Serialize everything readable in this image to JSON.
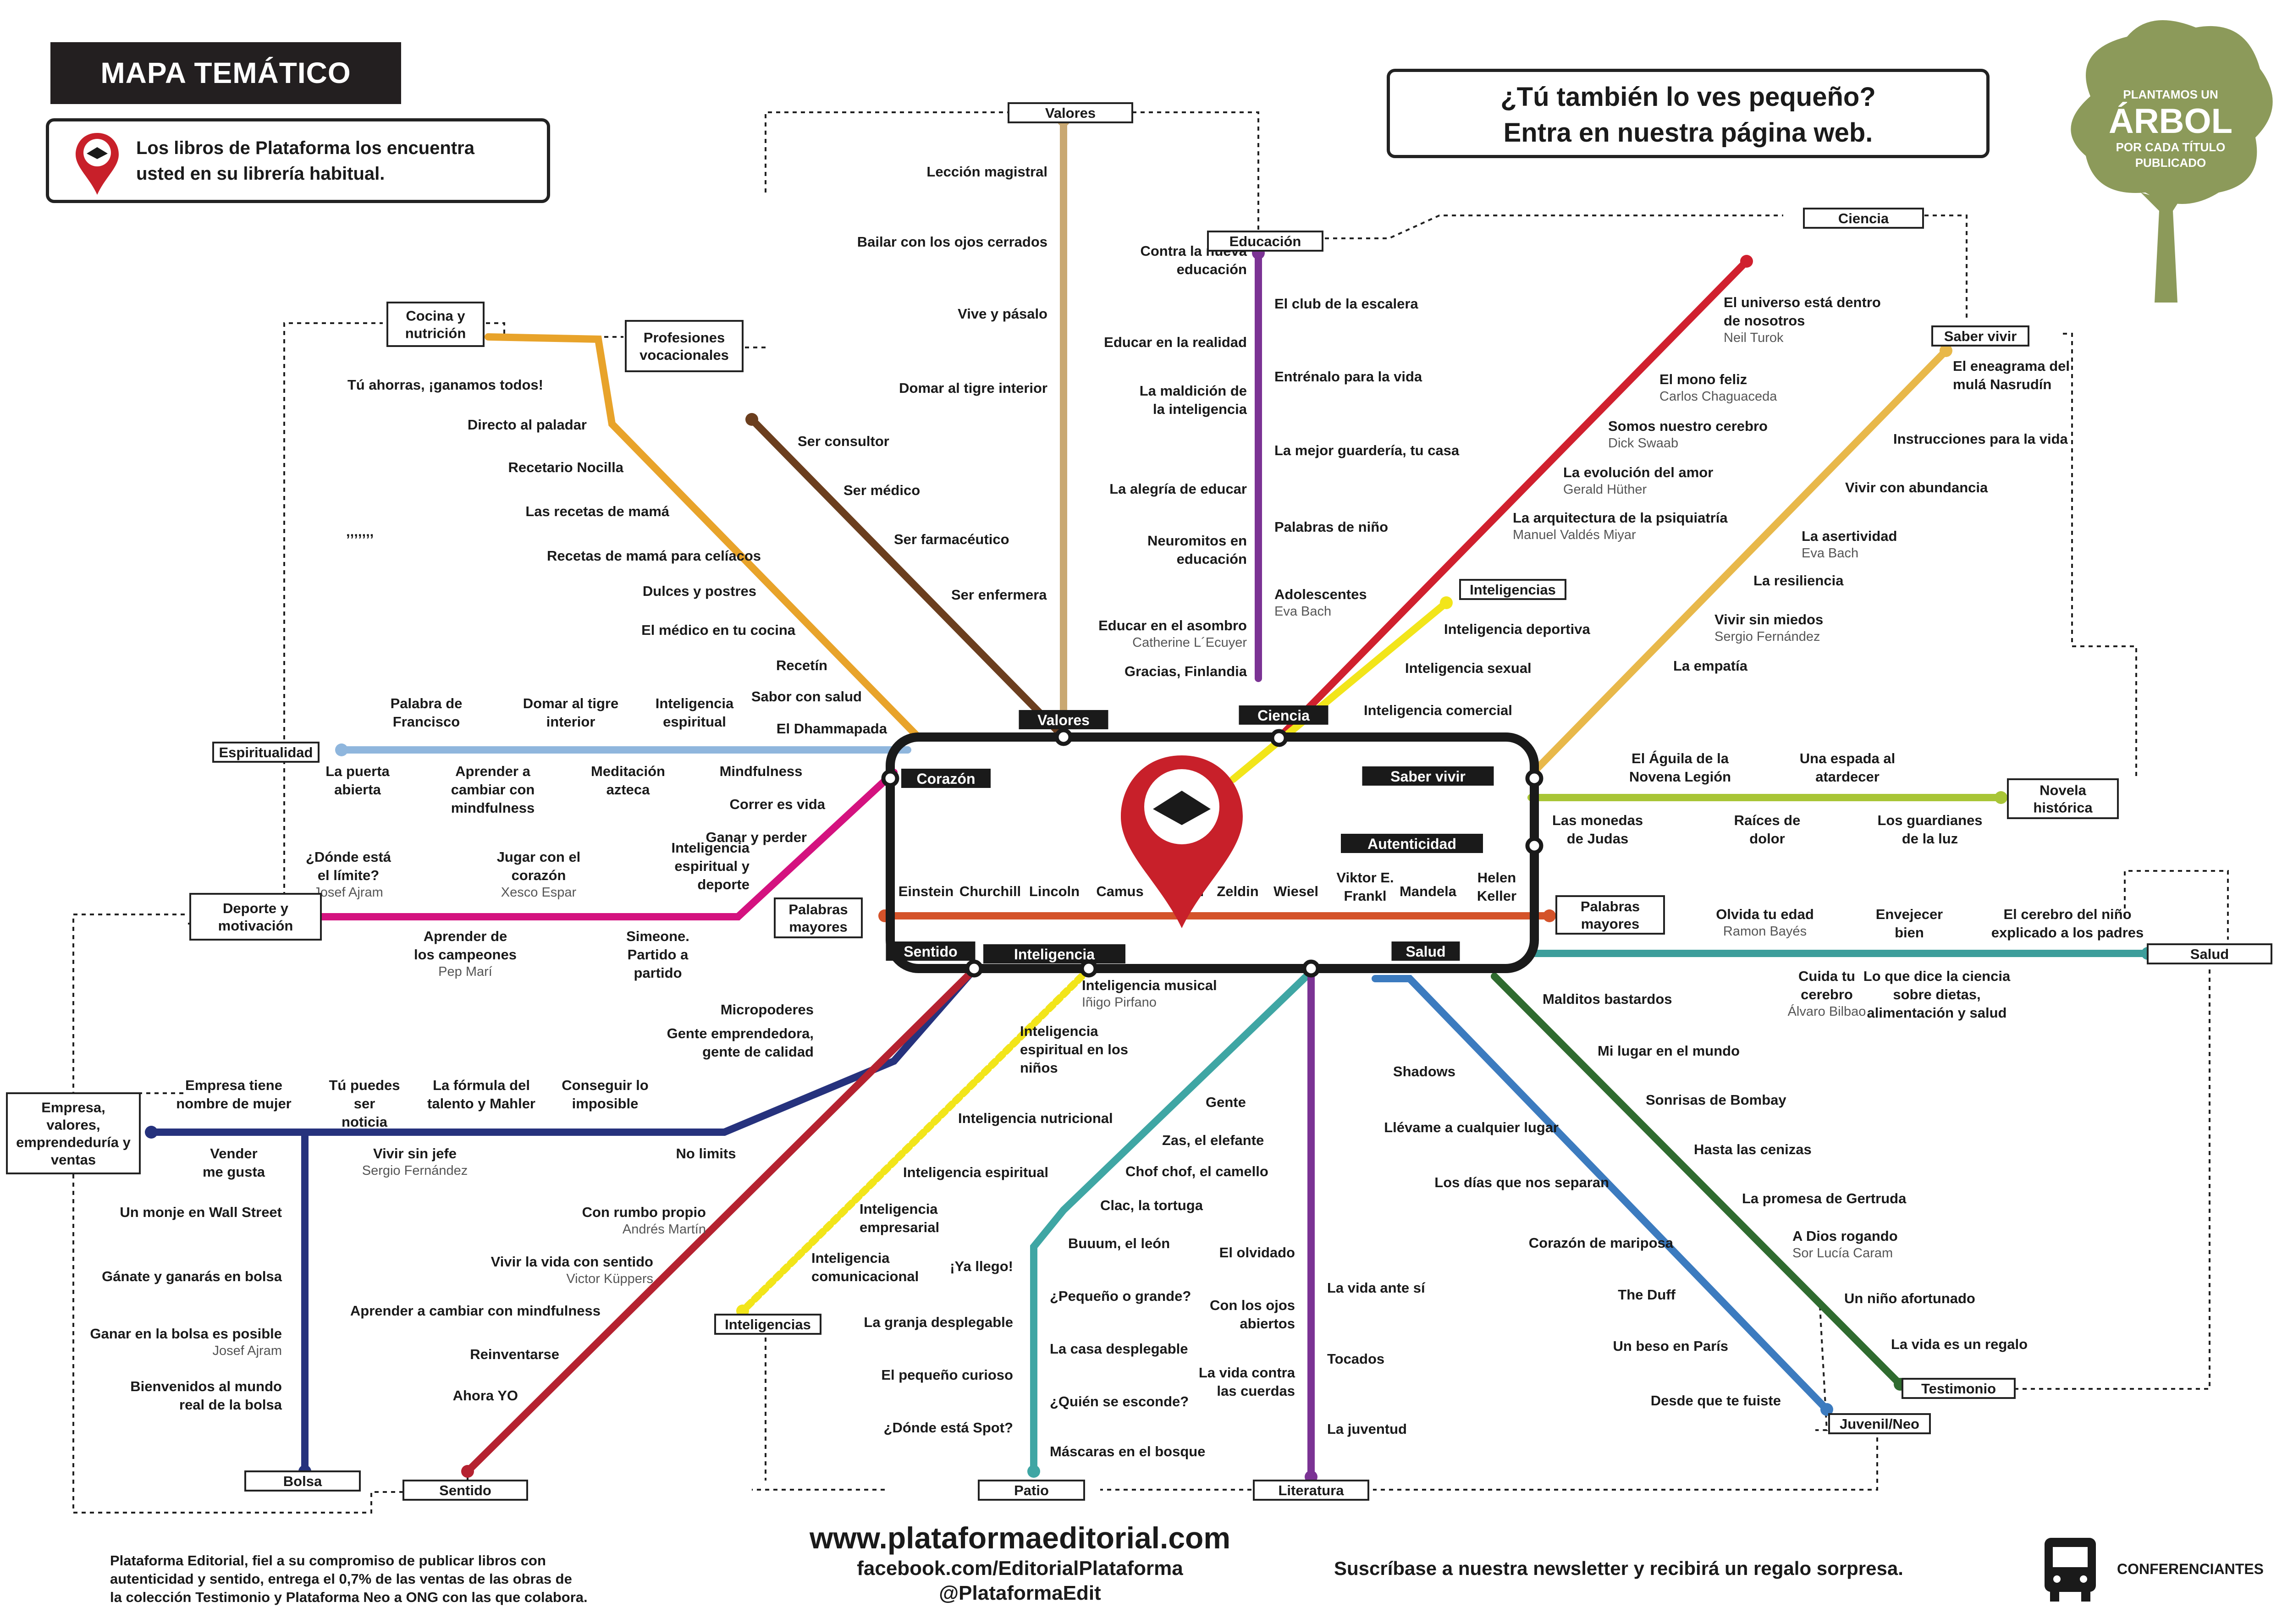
{
  "header": {
    "title": "MAPA TEMÁTICO",
    "info": [
      "Los libros de Plataforma los encuentra",
      "usted en su librería habitual."
    ],
    "web": [
      "¿Tú también lo ves pequeño?",
      "Entra en nuestra página web."
    ],
    "tree": [
      "PLANTAMOS UN",
      "ÁRBOL",
      "POR CADA TÍTULO",
      "PUBLICADO"
    ]
  },
  "footer": {
    "note": [
      "Plataforma Editorial, fiel a su compromiso de publicar libros con",
      "autenticidad y sentido, entrega el 0,7% de las ventas de las obras de",
      "la colección Testimonio y Plataforma Neo a ONG con las que colabora."
    ],
    "url": "www.plataformaeditorial.com",
    "facebook": "facebook.com/EditorialPlataforma",
    "twitter": "@PlataformaEdit",
    "newsletter": "Suscríbase a nuestra newsletter y recibirá un regalo sorpresa.",
    "speakers": "CONFERENCIANTES"
  },
  "colors": {
    "valores": "#c9a872",
    "educacion": "#7b3394",
    "ciencia": "#d0202e",
    "sabervivir": "#e8b84a",
    "inteligencias": "#f2e51a",
    "cocina": "#e8a32a",
    "profesiones": "#6b3e1e",
    "espiritualidad": "#8fb6dd",
    "deporte": "#d4127f",
    "novela": "#a8c536",
    "palabras": "#d4532a",
    "salud": "#3d9e9b",
    "testimonio": "#2f6b2f",
    "juvenil": "#3c7bbf",
    "empresa": "#26327d",
    "sentido": "#b52230",
    "patio": "#3fa6a4",
    "literatura": "#7b3394",
    "ring": "#1a1a1a",
    "tree": "#8c9a5a"
  },
  "ring_stations": [
    {
      "name": "Valores",
      "icon": "station-valores"
    },
    {
      "name": "Ciencia",
      "icon": "station-ciencia"
    },
    {
      "name": "Corazón",
      "icon": "station-corazon"
    },
    {
      "name": "Saber vivir",
      "icon": "station-sabervivir"
    },
    {
      "name": "Autenticidad",
      "icon": "station-autenticidad"
    },
    {
      "name": "Sentido",
      "icon": "station-sentido"
    },
    {
      "name": "Inteligencia",
      "icon": "station-inteligencia"
    },
    {
      "name": "Salud",
      "icon": "station-salud"
    }
  ],
  "terminals": [
    {
      "name": "Valores"
    },
    {
      "name": "Educación"
    },
    {
      "name": "Ciencia"
    },
    {
      "name": "Saber vivir"
    },
    {
      "name": "Inteligencias"
    },
    {
      "name": "Profesiones vocacionales"
    },
    {
      "name": "Cocina y nutrición"
    },
    {
      "name": "Espiritualidad"
    },
    {
      "name": "Deporte y motivación"
    },
    {
      "name": "Palabras mayores"
    },
    {
      "name": "Novela histórica"
    },
    {
      "name": "Palabras mayores"
    },
    {
      "name": "Salud"
    },
    {
      "name": "Testimonio"
    },
    {
      "name": "Juvenil/Neo"
    },
    {
      "name": "Empresa, valores, emprendeduría y ventas"
    },
    {
      "name": "Bolsa"
    },
    {
      "name": "Sentido"
    },
    {
      "name": "Inteligencias"
    },
    {
      "name": "Patio"
    },
    {
      "name": "Literatura"
    }
  ],
  "stops": [
    {
      "t": "Lección magistral"
    },
    {
      "t": "Bailar con los ojos cerrados"
    },
    {
      "t": "Vive y pásalo"
    },
    {
      "t": "Domar al tigre interior"
    },
    {
      "t": "Contra la nueva educación"
    },
    {
      "t": "El club de la escalera"
    },
    {
      "t": "Educar en la realidad"
    },
    {
      "t": "Entrénalo para la vida"
    },
    {
      "t": "La maldición de la inteligencia"
    },
    {
      "t": "La mejor guardería, tu casa"
    },
    {
      "t": "La alegría de educar"
    },
    {
      "t": "Palabras de niño"
    },
    {
      "t": "Neuromitos en educación"
    },
    {
      "t": "Adolescentes",
      "a": "Eva Bach"
    },
    {
      "t": "Educar en el asombro",
      "a": "Catherine L´Ecuyer"
    },
    {
      "t": "Gracias, Finlandia"
    },
    {
      "t": "El universo está dentro de nosotros",
      "a": "Neil Turok"
    },
    {
      "t": "El mono feliz",
      "a": "Carlos Chaguaceda"
    },
    {
      "t": "Somos nuestro cerebro",
      "a": "Dick Swaab"
    },
    {
      "t": "La evolución del amor",
      "a": "Gerald Hüther"
    },
    {
      "t": "La arquitectura de la psiquiatría",
      "a": "Manuel Valdés Miyar"
    },
    {
      "t": "El eneagrama del mulá Nasrudín"
    },
    {
      "t": "Instrucciones para la vida"
    },
    {
      "t": "Vivir con abundancia"
    },
    {
      "t": "La asertividad",
      "a": "Eva Bach"
    },
    {
      "t": "La resiliencia"
    },
    {
      "t": "Vivir sin miedos",
      "a": "Sergio Fernández"
    },
    {
      "t": "La empatía"
    },
    {
      "t": "Inteligencia deportiva"
    },
    {
      "t": "Inteligencia sexual"
    },
    {
      "t": "Inteligencia comercial"
    },
    {
      "t": "Ser consultor"
    },
    {
      "t": "Ser médico"
    },
    {
      "t": "Ser farmacéutico"
    },
    {
      "t": "Ser enfermera"
    },
    {
      "t": "Tú ahorras, ¡ganamos todos!"
    },
    {
      "t": "Directo al paladar"
    },
    {
      "t": "Recetario Nocilla"
    },
    {
      "t": "Las recetas de mamá"
    },
    {
      "t": "Recetas de mamá para celíacos"
    },
    {
      "t": "Dulces y postres"
    },
    {
      "t": "El médico en tu cocina"
    },
    {
      "t": "Recetín"
    },
    {
      "t": "Sabor con salud"
    },
    {
      "t": "El Dhammapada"
    },
    {
      "t": ",,,,,,,"
    },
    {
      "t": "Palabra de Francisco"
    },
    {
      "t": "Domar al tigre interior"
    },
    {
      "t": "Inteligencia espiritual"
    },
    {
      "t": "La puerta abierta"
    },
    {
      "t": "Aprender a cambiar con mindfulness"
    },
    {
      "t": "Meditación azteca"
    },
    {
      "t": "Mindfulness"
    },
    {
      "t": "Correr es vida"
    },
    {
      "t": "Ganar y perder"
    },
    {
      "t": "Inteligencia espiritual y deporte"
    },
    {
      "t": "¿Dónde está el límite?",
      "a": "Josef Ajram"
    },
    {
      "t": "Jugar con el corazón",
      "a": "Xesco Espar"
    },
    {
      "t": "Aprender de los campeones",
      "a": "Pep Marí"
    },
    {
      "t": "Simeone. Partido a partido"
    },
    {
      "t": "Einstein"
    },
    {
      "t": "Churchill"
    },
    {
      "t": "Lincoln"
    },
    {
      "t": "Camus"
    },
    {
      "t": "Böll"
    },
    {
      "t": "Zeldin"
    },
    {
      "t": "Wiesel"
    },
    {
      "t": "Viktor E. Frankl"
    },
    {
      "t": "Mandela"
    },
    {
      "t": "Helen Keller"
    },
    {
      "t": "El Águila de la Novena Legión"
    },
    {
      "t": "Una espada al atardecer"
    },
    {
      "t": "Las monedas de Judas"
    },
    {
      "t": "Raíces de dolor"
    },
    {
      "t": "Los guardianes de la luz"
    },
    {
      "t": "Olvida tu edad",
      "a": "Ramon Bayés"
    },
    {
      "t": "Envejecer bien"
    },
    {
      "t": "El cerebro del niño explicado a los padres"
    },
    {
      "t": "Cuida tu cerebro",
      "a": "Álvaro  Bilbao"
    },
    {
      "t": "Lo que dice la ciencia sobre dietas, alimentación y salud"
    },
    {
      "t": "Malditos bastardos"
    },
    {
      "t": "Mi lugar en el mundo"
    },
    {
      "t": "Sonrisas de Bombay"
    },
    {
      "t": "Hasta las cenizas"
    },
    {
      "t": "La promesa de Gertruda"
    },
    {
      "t": "A Dios rogando",
      "a": "Sor Lucía Caram"
    },
    {
      "t": "Un niño afortunado"
    },
    {
      "t": "La vida es un regalo"
    },
    {
      "t": "Shadows"
    },
    {
      "t": "Llévame a cualquier lugar"
    },
    {
      "t": "Los días que nos separan"
    },
    {
      "t": "Corazón de mariposa"
    },
    {
      "t": "The Duff"
    },
    {
      "t": "Un beso en París"
    },
    {
      "t": "Desde que te fuiste"
    },
    {
      "t": "Micropoderes"
    },
    {
      "t": "Gente emprendedora, gente de calidad"
    },
    {
      "t": "Empresa tiene nombre de mujer"
    },
    {
      "t": "Tú puedes ser noticia"
    },
    {
      "t": "La fórmula del talento y Mahler"
    },
    {
      "t": "Conseguir lo imposible"
    },
    {
      "t": "Vender me gusta"
    },
    {
      "t": "Vivir sin jefe",
      "a": "Sergio Fernández"
    },
    {
      "t": "No limits"
    },
    {
      "t": "Un monje en Wall Street"
    },
    {
      "t": "Gánate y ganarás en bolsa"
    },
    {
      "t": "Ganar en la bolsa es posible",
      "a": "Josef Ajram"
    },
    {
      "t": "Bienvenidos al mundo real de la bolsa"
    },
    {
      "t": "Con rumbo propio",
      "a": "Andrés Martín"
    },
    {
      "t": "Vivir la vida con sentido",
      "a": "Victor Küppers"
    },
    {
      "t": "Aprender a cambiar con mindfulness"
    },
    {
      "t": "Reinventarse"
    },
    {
      "t": "Ahora YO"
    },
    {
      "t": "Inteligencia musical",
      "a": "Iñigo Pirfano"
    },
    {
      "t": "Inteligencia espiritual en los niños"
    },
    {
      "t": "Inteligencia nutricional"
    },
    {
      "t": "Inteligencia espiritual"
    },
    {
      "t": "Inteligencia empresarial"
    },
    {
      "t": "Inteligencia comunicacional"
    },
    {
      "t": "Gente"
    },
    {
      "t": "Zas, el elefante"
    },
    {
      "t": "Chof chof, el camello"
    },
    {
      "t": "Clac, la tortuga"
    },
    {
      "t": "Buuum, el león"
    },
    {
      "t": "¡Ya llego!"
    },
    {
      "t": "¿Pequeño o grande?"
    },
    {
      "t": "La granja desplegable"
    },
    {
      "t": "La casa desplegable"
    },
    {
      "t": "El pequeño curioso"
    },
    {
      "t": "¿Quién se esconde?"
    },
    {
      "t": "¿Dónde está Spot?"
    },
    {
      "t": "Máscaras en el bosque"
    },
    {
      "t": "El olvidado"
    },
    {
      "t": "Con los ojos abiertos"
    },
    {
      "t": "La vida contra las cuerdas"
    },
    {
      "t": "La vida ante sí"
    },
    {
      "t": "Tocados"
    },
    {
      "t": "La juventud"
    }
  ]
}
